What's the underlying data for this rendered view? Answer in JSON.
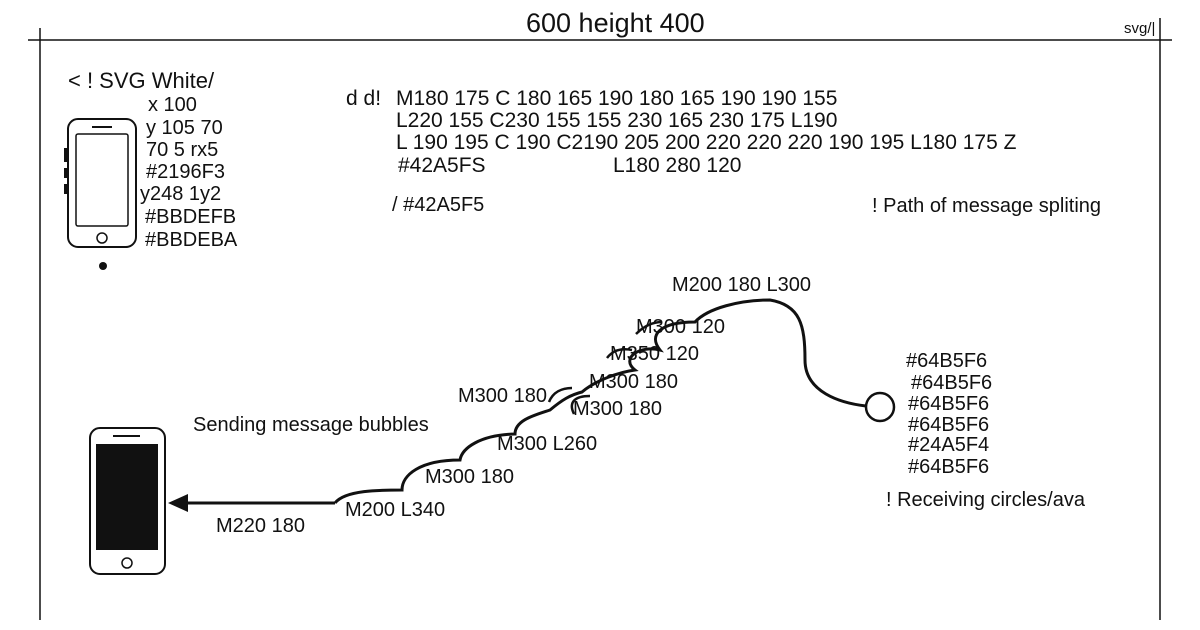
{
  "header": {
    "title": "600 height 400",
    "top_right": "svg/|"
  },
  "left_panel": {
    "heading": "<  !  SVG White/",
    "lines": [
      "x 100",
      "y 105  70",
      "70  5  rx5",
      "#2196F3",
      "y248 1y2",
      "#BBDEFB",
      "#BBDEBA"
    ]
  },
  "path_code": {
    "prefix": "d d!",
    "lines": [
      "M180 175 C 180 165 190 180 165 190 190 155",
      "L220 155 C230 155 155 230 165 230 175 L190",
      "L 190 195 C 190 C2190 205 200 220 220 220 190 195 L180 175 Z",
      "#42A5FS"
    ],
    "extra": "L180 280 120",
    "fill_label": "/ #42A5F5"
  },
  "annotations": {
    "path_note": "!  Path of message spliting",
    "sending": "Sending message bubbles",
    "receiving": "!  Receiving circles/ava"
  },
  "curve_labels": [
    "M200 180 L300",
    "M300 120",
    "M350 120",
    "M300 180",
    "M300 180",
    "M300 180",
    "M300 L260",
    "M300 180",
    "M200 L340",
    "M220 180"
  ],
  "receiving_colors": [
    "#64B5F6",
    "#64B5F6",
    "#64B5F6",
    "#64B5F6",
    "#24A5F4",
    "#64B5F6"
  ]
}
